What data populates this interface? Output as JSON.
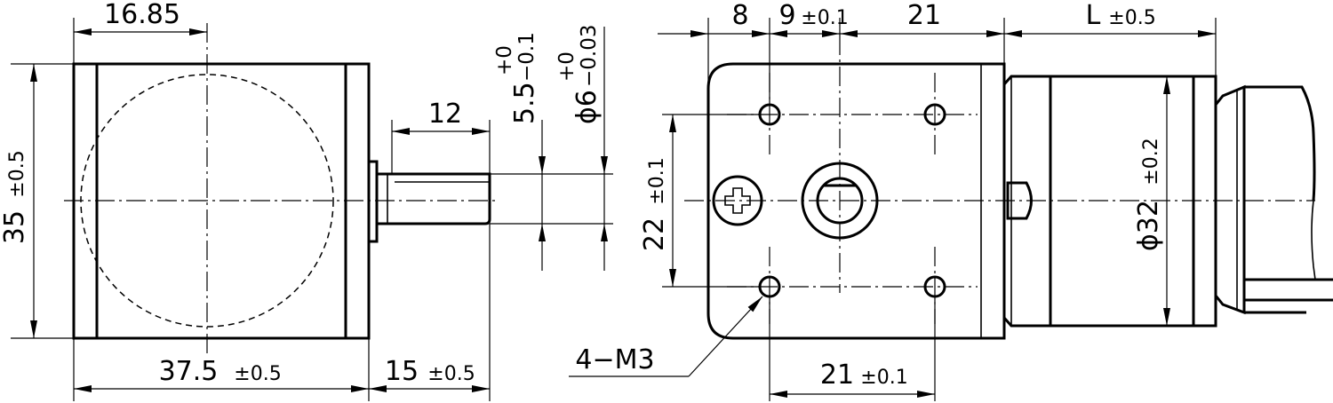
{
  "dimensions": {
    "d_16_85": "16.85",
    "d_35": "35",
    "d_35_tol": "±0.5",
    "d_37_5": "37.5",
    "d_37_5_tol": "±0.5",
    "d_15": "15",
    "d_15_tol": "±0.5",
    "d_12": "12",
    "d_5_5": "5.5",
    "d_5_5_upper": "+0",
    "d_5_5_lower": "−0.1",
    "d_6": "ϕ6",
    "d_6_upper": "+0",
    "d_6_lower": "−0.03",
    "d_8": "8",
    "d_9": "9",
    "d_9_tol": "±0.1",
    "d_21": "21",
    "d_L": "L",
    "d_L_tol": "±0.5",
    "d_22": "22",
    "d_22_tol": "±0.1",
    "d_32": "ϕ32",
    "d_32_tol": "±0.2",
    "d_21b": "21",
    "d_21b_tol": "±0.1"
  },
  "annotations": {
    "holes_label": "4−M3"
  }
}
